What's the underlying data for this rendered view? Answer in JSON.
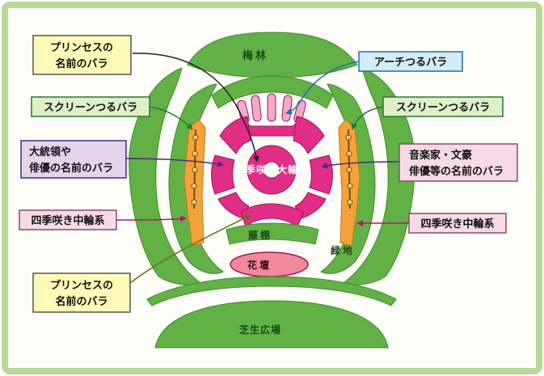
{
  "areas": {
    "ume_bayashi": "梅林",
    "shikizaki_dairin": "四季咲き大輪系",
    "fuji_dana": "藤棚",
    "kadan": "花壇",
    "ryokuchi": "緑地",
    "shibafu_hiroba": "芝生広場"
  },
  "callouts": {
    "princess_top": [
      "プリンセスの",
      "名前のバラ"
    ],
    "arch_climbing": "アーチつるバラ",
    "screen_left": "スクリーンつるバラ",
    "screen_right": "スクリーンつるバラ",
    "leaders": [
      "大統領や",
      "俳優の名前のバラ"
    ],
    "musicians": [
      "音楽家・文豪",
      "俳優等の名前のバラ"
    ],
    "medium_left": "四季咲き中輪系",
    "medium_right": "四季咲き中輪系",
    "princess_bottom": [
      "プリンセスの",
      "名前のバラ"
    ]
  },
  "colors": {
    "lawn": "#62b146",
    "lawn_dark": "#3f8a2a",
    "rose_bed": "#e22d86",
    "orange_bed": "#f4a23a",
    "frame": "#b9d99a",
    "yellow_callout": "#fff9b8",
    "blue_callout": "#d3ecf7",
    "green_callout": "#dff0c7",
    "purple_callout": "#e6d4ec",
    "pink_callout": "#f6dbe6"
  }
}
